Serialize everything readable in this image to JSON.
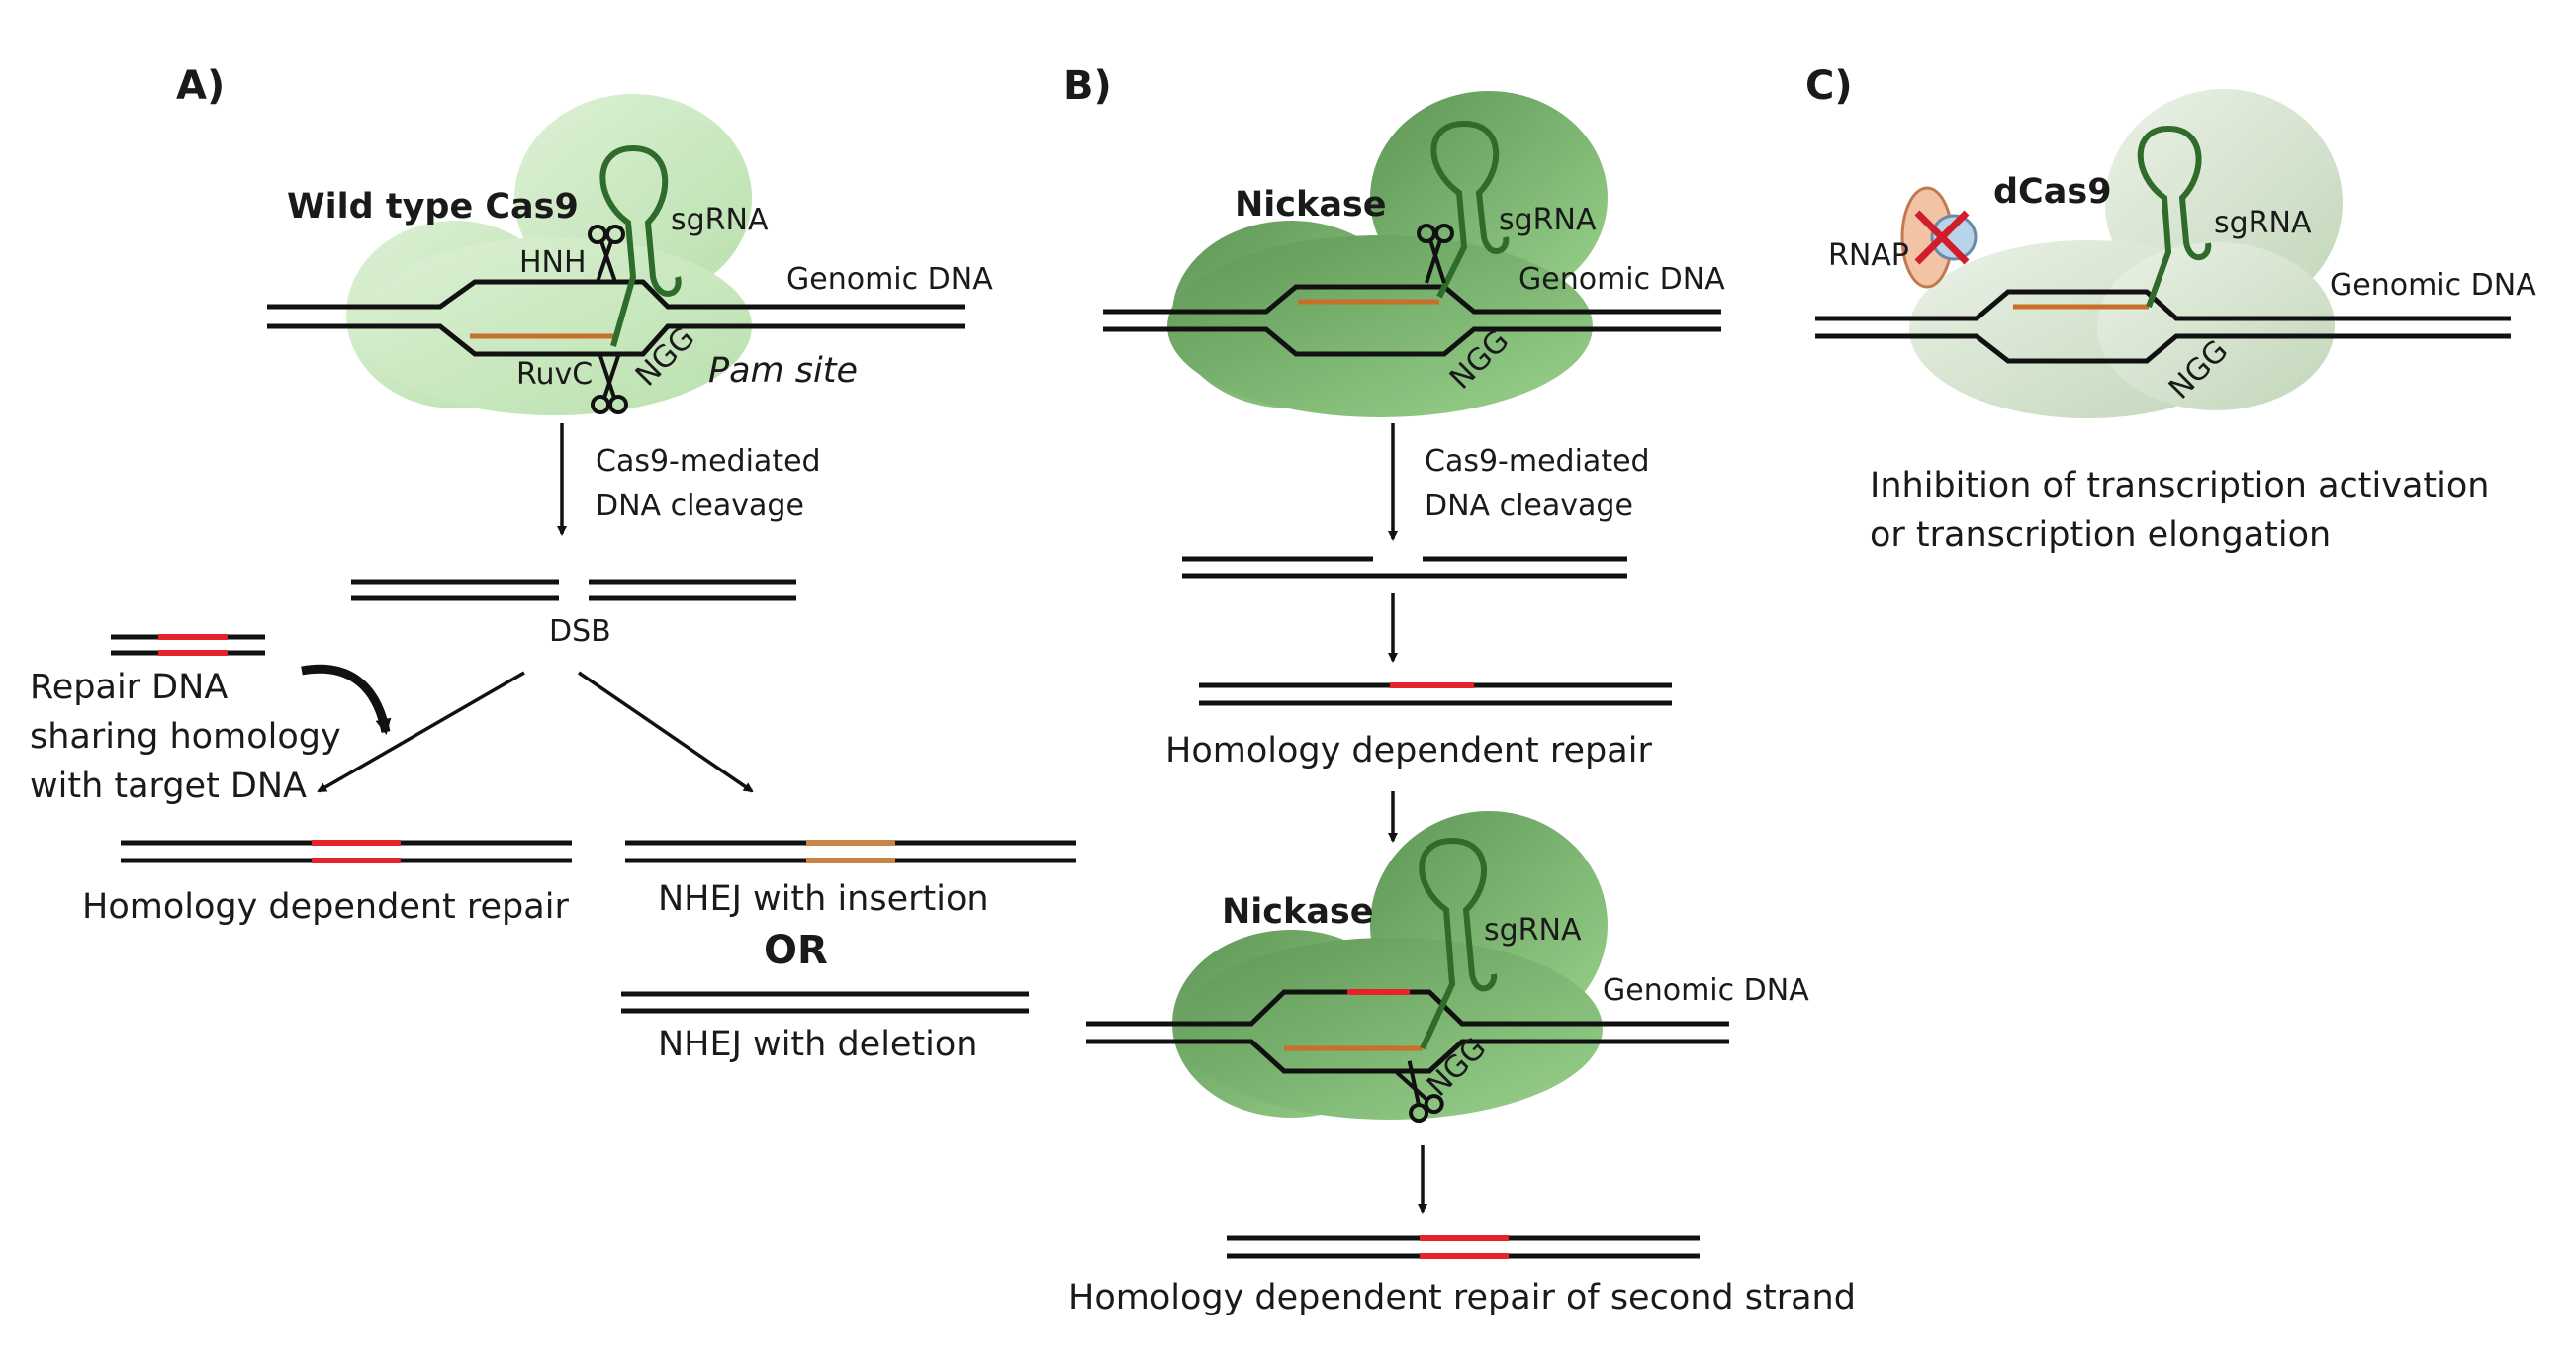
{
  "panels": {
    "a": {
      "label": "A)",
      "enzyme": "Wild type Cas9",
      "sgrna": "sgRNA",
      "hnh": "HNH",
      "ruvc": "RuvC",
      "ngg": "NGG",
      "genomic_dna": "Genomic DNA",
      "pam": "Pam site",
      "cleavage_1": "Cas9-mediated",
      "cleavage_2": "DNA cleavage",
      "dsb": "DSB",
      "repair_1": "Repair DNA",
      "repair_2": "sharing homology",
      "repair_3": "with target DNA",
      "hdr": "Homology dependent repair",
      "nhej_ins": "NHEJ with insertion",
      "or": "OR",
      "nhej_del": "NHEJ with deletion"
    },
    "b": {
      "label": "B)",
      "enzyme": "Nickase",
      "sgrna": "sgRNA",
      "genomic_dna": "Genomic DNA",
      "ngg": "NGG",
      "cleavage_1": "Cas9-mediated",
      "cleavage_2": "DNA cleavage",
      "hdr": "Homology dependent repair",
      "enzyme2": "Nickase",
      "sgrna2": "sgRNA",
      "genomic_dna2": "Genomic DNA",
      "ngg2": "NGG",
      "hdr2": "Homology dependent repair of second strand"
    },
    "c": {
      "label": "C)",
      "enzyme": "dCas9",
      "rnap": "RNAP",
      "sgrna": "sgRNA",
      "genomic_dna": "Genomic DNA",
      "ngg": "NGG",
      "result_1": "Inhibition of transcription activation",
      "result_2": "or transcription elongation"
    }
  },
  "colors": {
    "light_green": "#8fd18a",
    "dark_green": "#4f9a45",
    "pale_green": "#c9dcc2",
    "rna_green": "#2f6b2a",
    "guide_orange": "#c8702a",
    "repair_red": "#e8222a",
    "insertion_orange": "#c98545",
    "rnap_fill": "#f3c3a6",
    "rnap_ball": "#b9d3ea",
    "cross_red": "#d11d2a"
  }
}
